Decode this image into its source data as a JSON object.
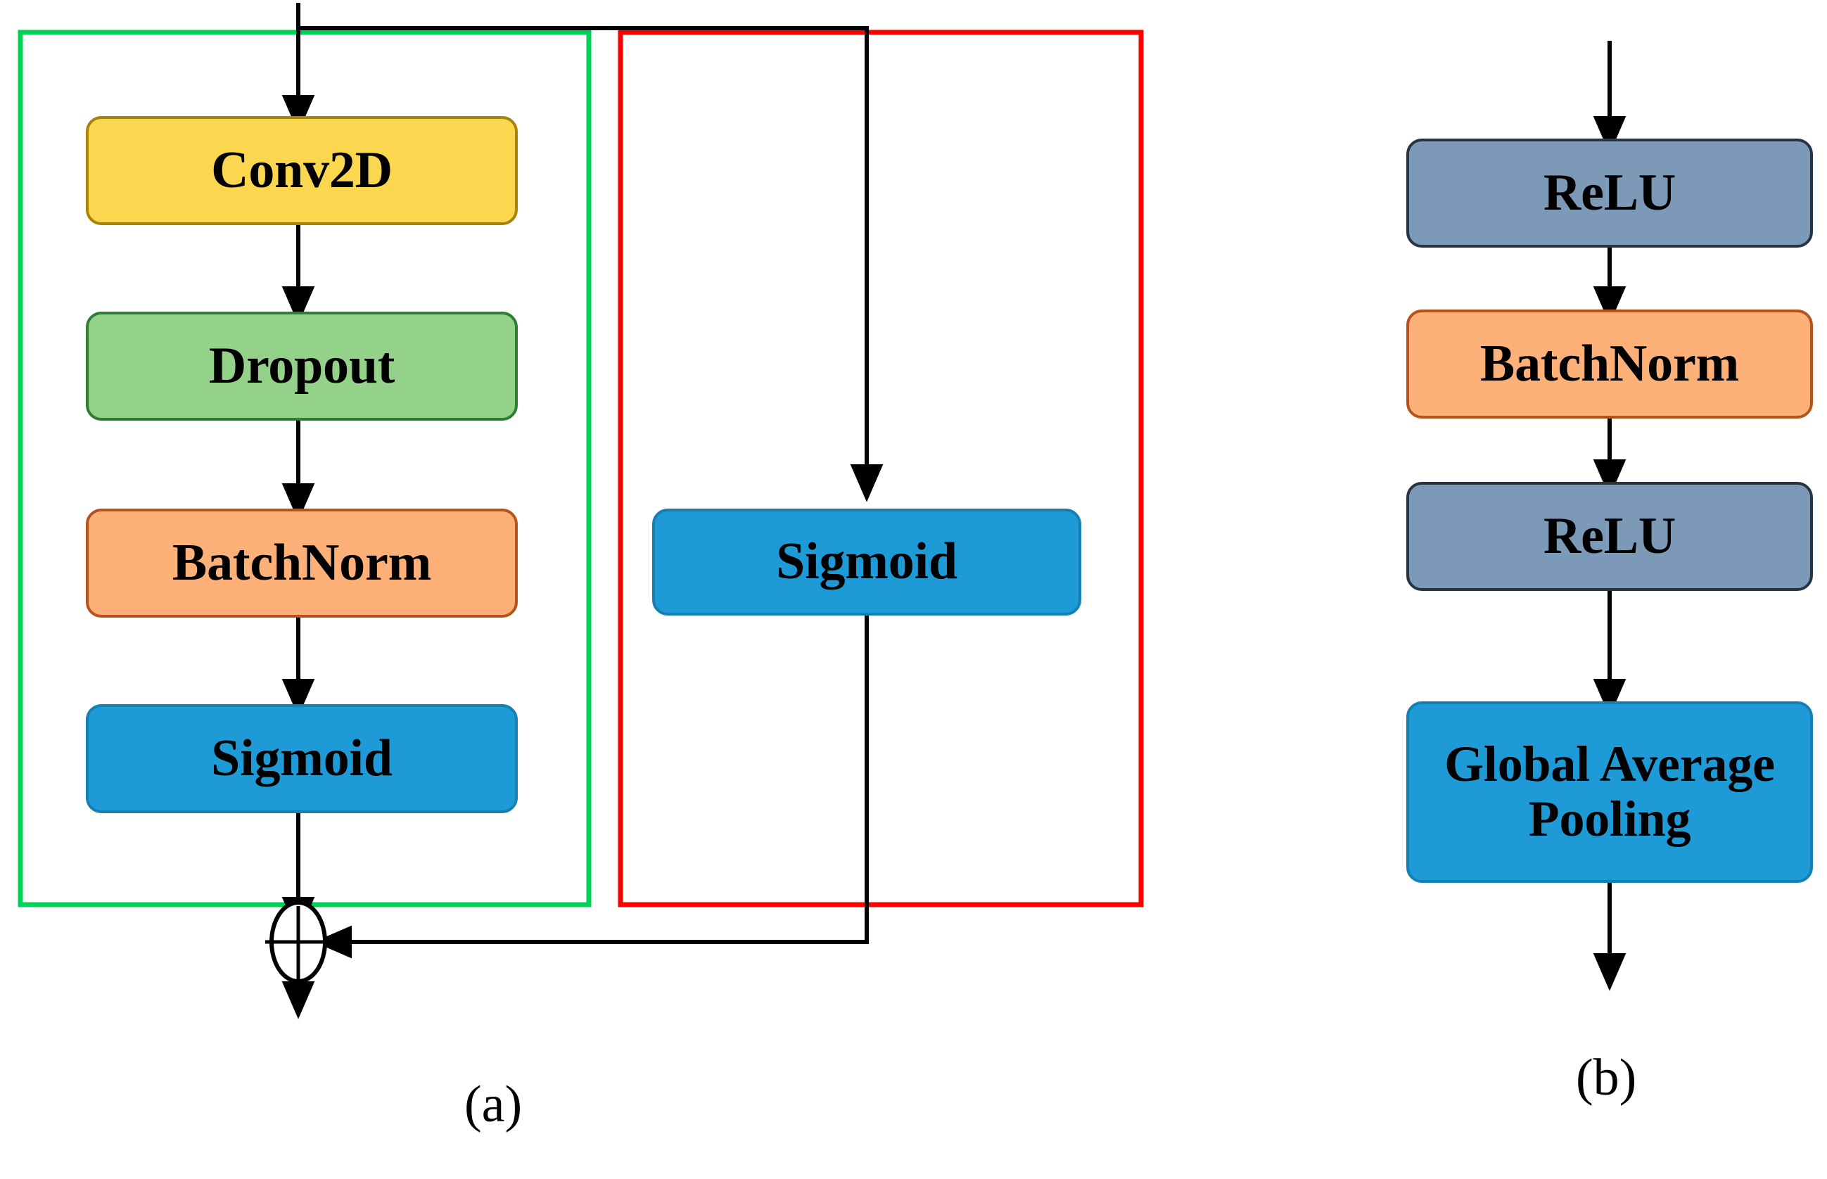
{
  "figure": {
    "type": "neural-network-block-diagram",
    "panels": [
      {
        "id": "a",
        "caption": "(a)"
      },
      {
        "id": "b",
        "caption": "(b)"
      }
    ]
  },
  "colors": {
    "yellow_fill": "#FBD64F",
    "yellow_stroke": "#A8820B",
    "green_fill": "#94D189",
    "green_stroke": "#2E7D32",
    "orange_fill": "#FDB077",
    "orange_stroke": "#B5531A",
    "blue_fill": "#1E9AD6",
    "blue_stroke": "#1580B2",
    "slate_fill": "#7C99B8",
    "slate_stroke": "#263445",
    "group_green": "#00D258",
    "group_red": "#FF0000",
    "arrow_black": "#000000",
    "text_black": "#000000",
    "background": "#FFFFFF"
  },
  "panel_a": {
    "caption": "(a)",
    "main_branch": {
      "group_color_name": "green",
      "nodes": [
        {
          "label": "Conv2D",
          "fill": "yellow"
        },
        {
          "label": "Dropout",
          "fill": "green"
        },
        {
          "label": "BatchNorm",
          "fill": "orange"
        },
        {
          "label": "Sigmoid",
          "fill": "blue"
        }
      ]
    },
    "side_branch": {
      "group_color_name": "red",
      "nodes": [
        {
          "label": "Sigmoid",
          "fill": "blue"
        }
      ]
    },
    "merge_node": {
      "symbol": "+",
      "kind": "element-wise-addition"
    }
  },
  "panel_b": {
    "caption": "(b)",
    "nodes": [
      {
        "label": "ReLU",
        "fill": "slate"
      },
      {
        "label": "BatchNorm",
        "fill": "orange"
      },
      {
        "label": "ReLU",
        "fill": "slate"
      },
      {
        "label": "Global Average\nPooling",
        "fill": "blue",
        "line1": "Global Average",
        "line2": "Pooling"
      }
    ]
  }
}
